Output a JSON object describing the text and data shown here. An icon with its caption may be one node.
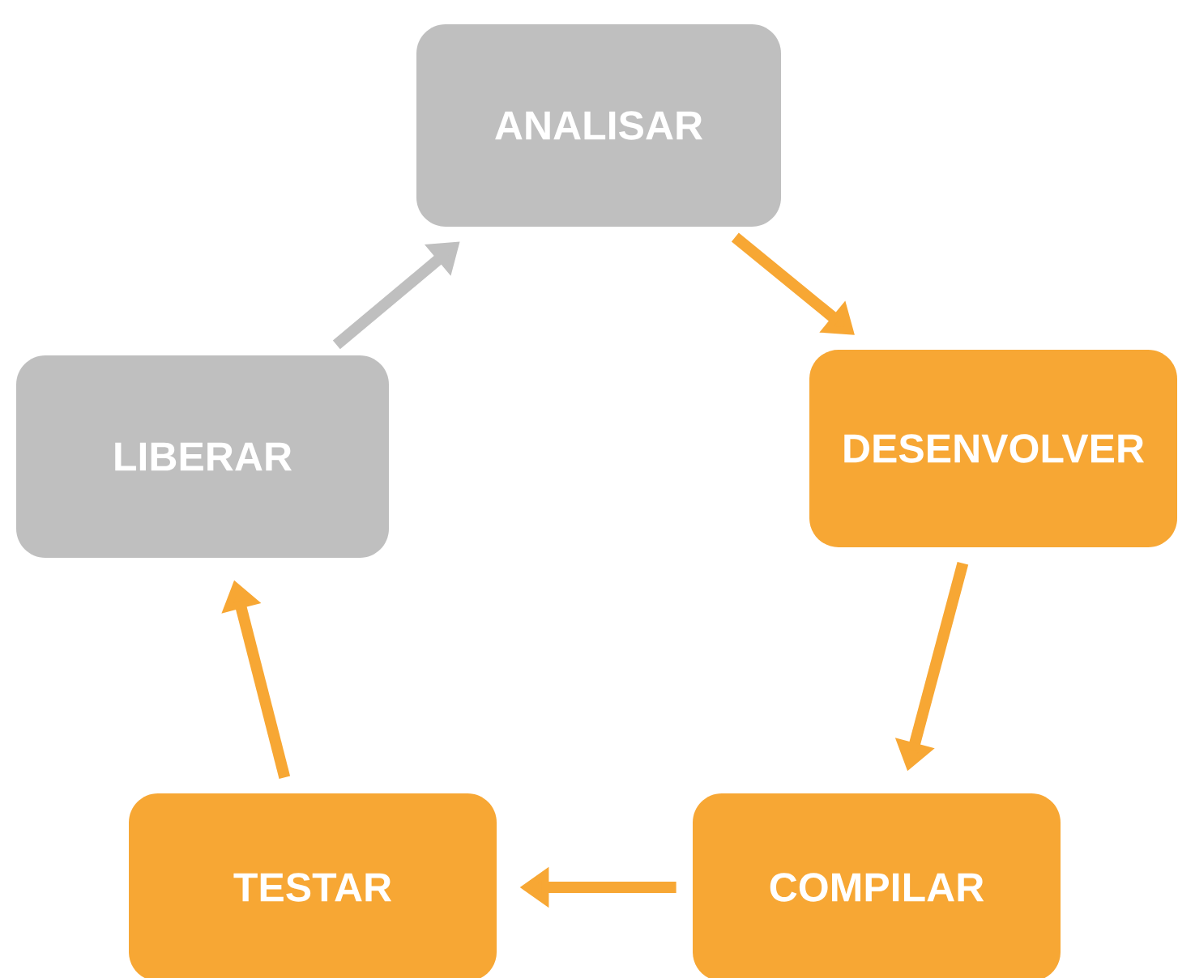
{
  "diagram": {
    "nodes": [
      {
        "text": [
          "ANALISAR"
        ]
      },
      {
        "text": [
          "DESENVOLVER"
        ]
      },
      {
        "text": [
          "COMPILAR"
        ]
      },
      {
        "text": [
          "TESTAR"
        ]
      },
      {
        "text": [
          "LIBERAR"
        ]
      }
    ],
    "edges": [
      {
        "from": 0,
        "to": 1,
        "arrow": "to"
      },
      {
        "from": 1,
        "to": 2,
        "arrow": "to"
      },
      {
        "from": 2,
        "to": 3,
        "arrow": "to"
      },
      {
        "from": 3,
        "to": 4,
        "arrow": "to"
      },
      {
        "from": 4,
        "to": 0,
        "arrow": "to",
        "color": "#bfbfbf"
      }
    ]
  }
}
